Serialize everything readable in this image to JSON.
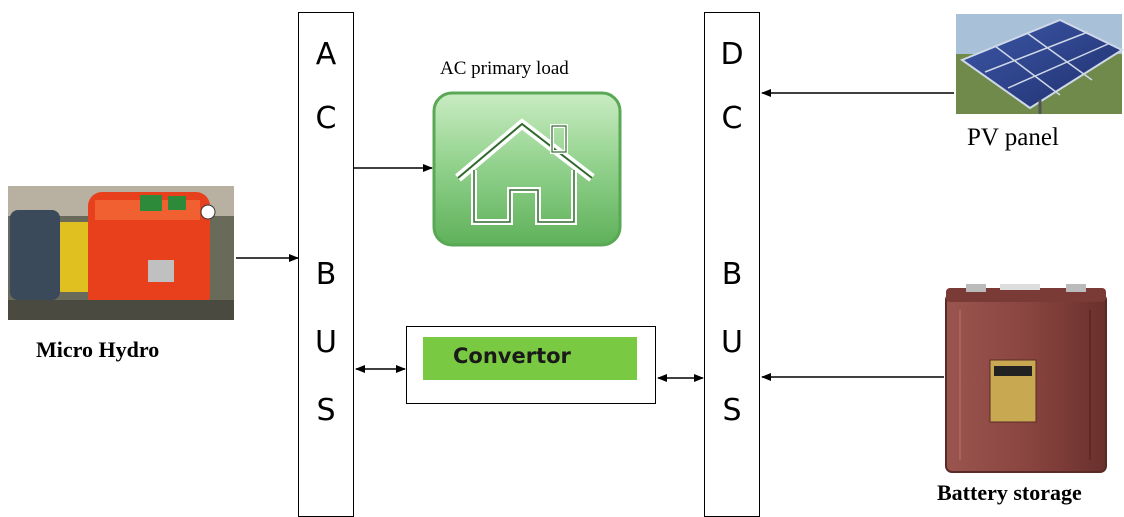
{
  "ac_bus": {
    "letters": [
      "A",
      "C",
      "B",
      "U",
      "S"
    ]
  },
  "dc_bus": {
    "letters": [
      "D",
      "C",
      "B",
      "U",
      "S"
    ]
  },
  "ac_load": {
    "label": "AC primary load"
  },
  "converter": {
    "label": "Convertor"
  },
  "pv": {
    "label": "PV panel"
  },
  "hydro": {
    "label": "Micro Hydro"
  },
  "battery": {
    "label": "Battery storage"
  },
  "colors": {
    "converter_fill": "#7ac943",
    "load_icon_green": "#8fd08a",
    "hydro_red": "#e8401c",
    "battery_body": "#8a4540",
    "pv_cell": "#2a3f8a"
  }
}
